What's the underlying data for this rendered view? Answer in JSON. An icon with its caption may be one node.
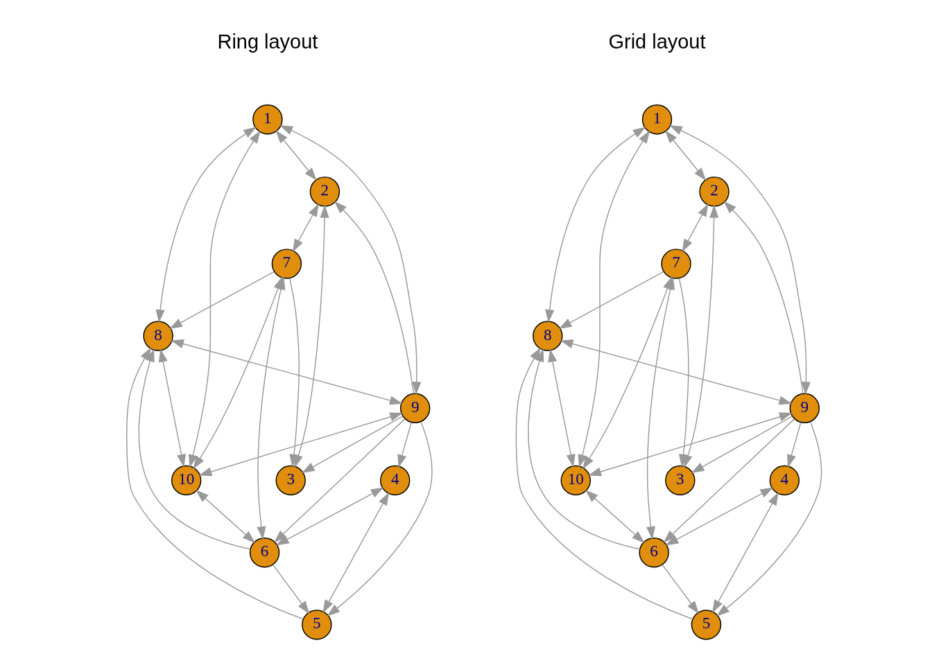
{
  "diagram": {
    "nodes": [
      {
        "text": [
          "1"
        ]
      },
      {
        "text": [
          "2"
        ]
      },
      {
        "text": [
          "3"
        ]
      },
      {
        "text": [
          "4"
        ]
      },
      {
        "text": [
          "5"
        ]
      },
      {
        "text": [
          "6"
        ]
      },
      {
        "text": [
          "7"
        ]
      },
      {
        "text": [
          "8"
        ]
      },
      {
        "text": [
          "9"
        ]
      },
      {
        "text": [
          "10"
        ]
      },
      {
        "text": [
          "1"
        ]
      },
      {
        "text": [
          "2"
        ]
      },
      {
        "text": [
          "3"
        ]
      },
      {
        "text": [
          "4"
        ]
      },
      {
        "text": [
          "5"
        ]
      },
      {
        "text": [
          "6"
        ]
      },
      {
        "text": [
          "7"
        ]
      },
      {
        "text": [
          "8"
        ]
      },
      {
        "text": [
          "9"
        ]
      },
      {
        "text": [
          "10"
        ]
      }
    ],
    "edges": [
      {
        "from": 0,
        "to": 1,
        "arrow": "both"
      },
      {
        "from": 1,
        "to": 2,
        "arrow": "both"
      },
      {
        "from": 0,
        "to": 9,
        "arrow": "both"
      },
      {
        "from": 3,
        "to": 4,
        "arrow": "both"
      },
      {
        "from": 5,
        "to": 6,
        "arrow": "both"
      },
      {
        "from": 7,
        "to": 8,
        "arrow": "both"
      },
      {
        "from": 8,
        "to": 9,
        "arrow": "both"
      },
      {
        "from": 8,
        "to": 2,
        "arrow": "to"
      },
      {
        "from": 8,
        "to": 3,
        "arrow": "to"
      },
      {
        "from": 8,
        "to": 1,
        "arrow": "to"
      },
      {
        "from": 8,
        "to": 4,
        "arrow": "to"
      },
      {
        "from": 8,
        "to": 5,
        "arrow": "to"
      },
      {
        "from": 9,
        "to": 5,
        "arrow": "both"
      },
      {
        "from": 9,
        "to": 6,
        "arrow": "both"
      },
      {
        "from": 6,
        "to": 2,
        "arrow": "to"
      },
      {
        "from": 1,
        "to": 6,
        "arrow": "both"
      },
      {
        "from": 0,
        "to": 7,
        "arrow": "both"
      },
      {
        "from": 0,
        "to": 8,
        "arrow": "both"
      },
      {
        "from": 3,
        "to": 5,
        "arrow": "both"
      },
      {
        "from": 4,
        "to": 7,
        "arrow": "to"
      },
      {
        "from": 5,
        "to": 7,
        "arrow": "to"
      },
      {
        "from": 9,
        "to": 7,
        "arrow": "both"
      },
      {
        "from": 5,
        "to": 4,
        "arrow": "to"
      },
      {
        "from": 6,
        "to": 7,
        "arrow": "to"
      },
      {
        "from": 10,
        "to": 11,
        "arrow": "both"
      },
      {
        "from": 11,
        "to": 12,
        "arrow": "both"
      },
      {
        "from": 10,
        "to": 19,
        "arrow": "both"
      },
      {
        "from": 13,
        "to": 14,
        "arrow": "both"
      },
      {
        "from": 15,
        "to": 16,
        "arrow": "both"
      },
      {
        "from": 17,
        "to": 18,
        "arrow": "both"
      },
      {
        "from": 18,
        "to": 19,
        "arrow": "both"
      },
      {
        "from": 18,
        "to": 12,
        "arrow": "to"
      },
      {
        "from": 18,
        "to": 13,
        "arrow": "to"
      },
      {
        "from": 18,
        "to": 11,
        "arrow": "to"
      },
      {
        "from": 18,
        "to": 14,
        "arrow": "to"
      },
      {
        "from": 18,
        "to": 15,
        "arrow": "to"
      },
      {
        "from": 19,
        "to": 15,
        "arrow": "both"
      },
      {
        "from": 19,
        "to": 16,
        "arrow": "both"
      },
      {
        "from": 16,
        "to": 12,
        "arrow": "to"
      },
      {
        "from": 11,
        "to": 16,
        "arrow": "both"
      },
      {
        "from": 10,
        "to": 17,
        "arrow": "both"
      },
      {
        "from": 10,
        "to": 18,
        "arrow": "both"
      },
      {
        "from": 13,
        "to": 15,
        "arrow": "both"
      },
      {
        "from": 14,
        "to": 17,
        "arrow": "to"
      },
      {
        "from": 15,
        "to": 17,
        "arrow": "to"
      },
      {
        "from": 19,
        "to": 17,
        "arrow": "both"
      },
      {
        "from": 15,
        "to": 14,
        "arrow": "to"
      },
      {
        "from": 16,
        "to": 17,
        "arrow": "to"
      }
    ],
    "labels": [
      "Ring layout",
      "Grid layout"
    ]
  }
}
